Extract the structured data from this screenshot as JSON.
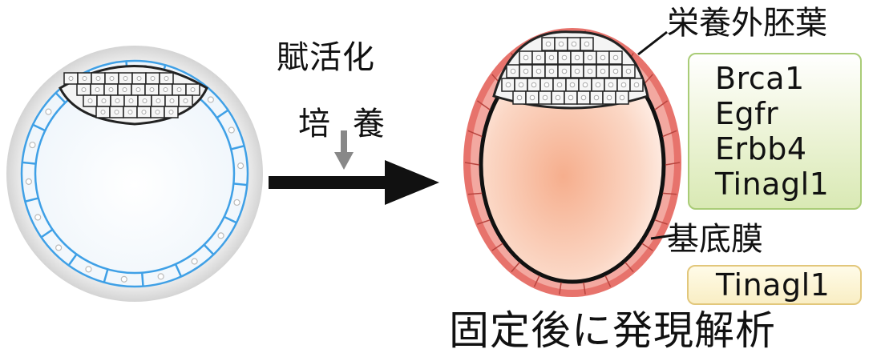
{
  "labels": {
    "activation": "賦活化",
    "culture_a": "培",
    "culture_b": "養",
    "trophectoderm": "栄養外胚葉",
    "basement_membrane": "基底膜",
    "caption": "固定後に発現解析"
  },
  "trophectoderm_genes": [
    "Brca1",
    "Egfr",
    "Erbb4",
    "Tinagl1"
  ],
  "basement_membrane_genes": [
    "Tinagl1"
  ],
  "colors": {
    "cell_outline_blue": "#3fa0e6",
    "zona": "#dcdcdc",
    "trophectoderm_red": "#e7736c",
    "blastocoel_orange": "#f4b293",
    "arrow": "#111111",
    "small_arrow": "#888888",
    "green_box_border": "#a9cc77",
    "yellow_box_border": "#e2c77b"
  }
}
